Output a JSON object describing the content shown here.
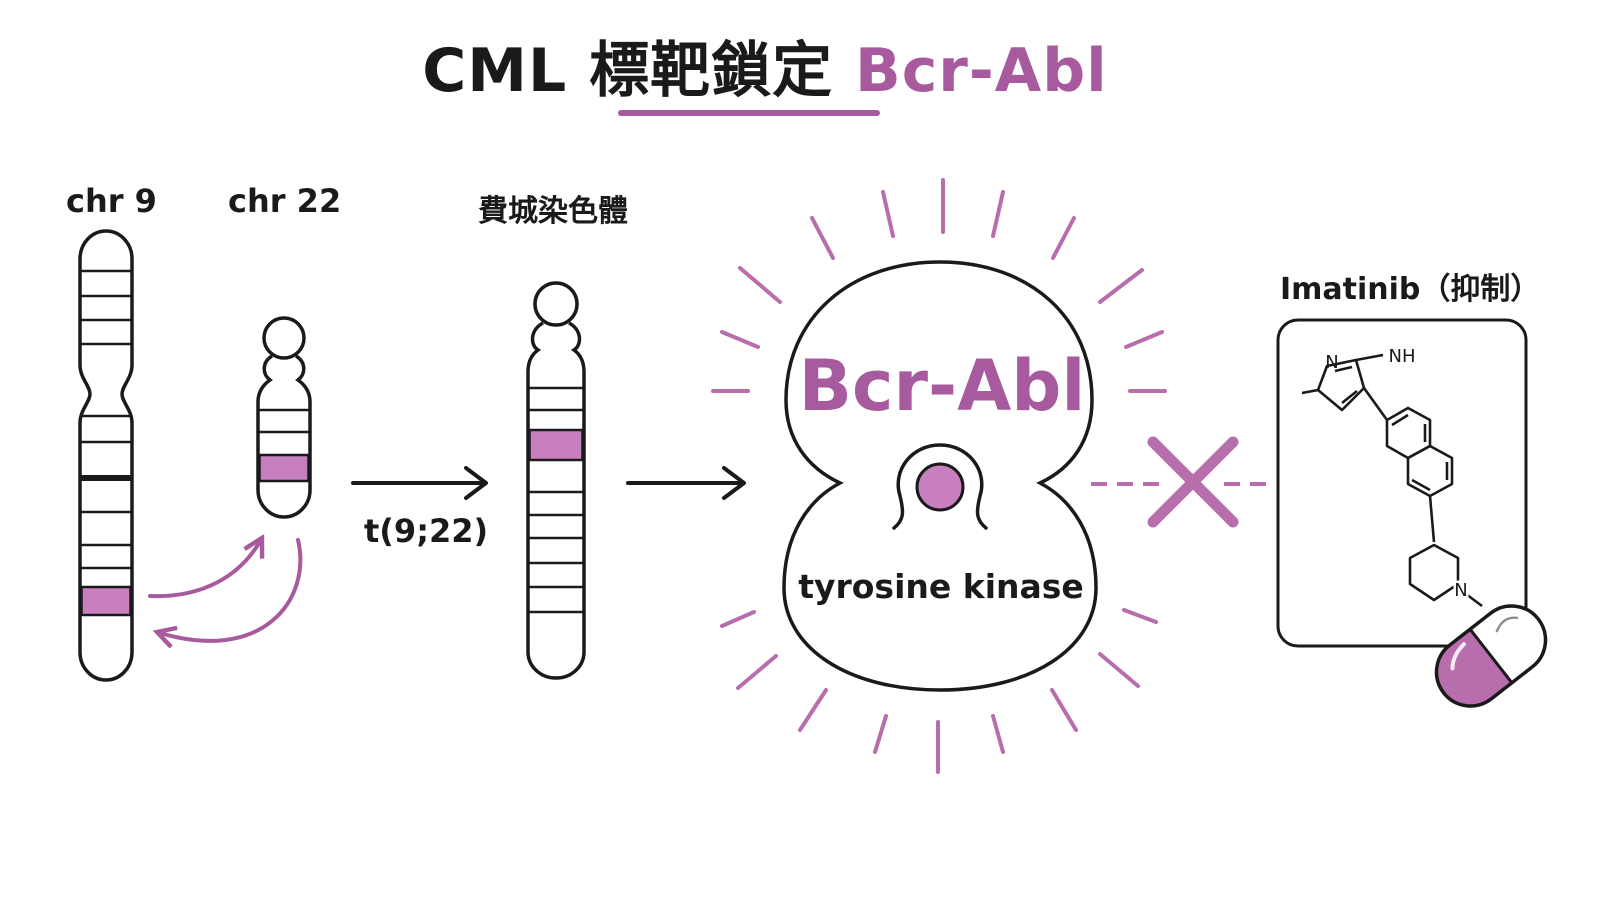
{
  "title": {
    "main": "CML 標靶鎖定",
    "accent": "Bcr-Abl"
  },
  "labels": {
    "chr9": "chr 9",
    "chr22": "chr 22",
    "philadelphia": "費城染色體",
    "translocation": "t(9;22)",
    "protein_name": "Bcr-Abl",
    "protein_type": "tyrosine kinase",
    "drug": "Imatinib（抑制）",
    "atom_n_ring": "N",
    "atom_nh": "NH",
    "atom_n_pip": "N"
  },
  "colors": {
    "accent": "#a85a9e",
    "ink": "#1a1a1a",
    "background": "#ffffff"
  },
  "icons": [
    "chromosome-9-icon",
    "chromosome-22-icon",
    "philadelphia-chromosome-icon",
    "kinase-protein-icon",
    "inhibit-cross-icon",
    "molecule-structure-icon",
    "capsule-icon"
  ]
}
